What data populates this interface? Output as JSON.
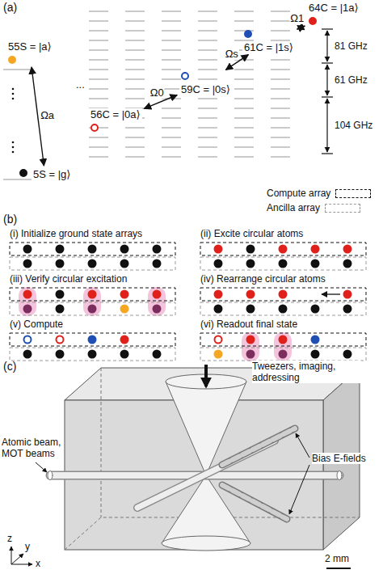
{
  "diagram": {
    "nodes": [
      {
        "text": [
          "64C = |1a⟩"
        ]
      },
      {
        "text": [
          "61C = |1s⟩"
        ]
      },
      {
        "text": [
          "55S = |a⟩"
        ]
      },
      {
        "text": [
          "59C = |0s⟩"
        ]
      },
      {
        "text": [
          "56C = |0a⟩"
        ]
      },
      {
        "text": [
          "5S = |g⟩"
        ]
      }
    ],
    "edges": [
      {
        "from": 1,
        "to": 0,
        "arrow": "both",
        "label": "Ω1"
      },
      {
        "from": 3,
        "to": 1,
        "arrow": "both",
        "label": "Ωs"
      },
      {
        "from": 4,
        "to": 3,
        "arrow": "both",
        "label": "Ω0"
      },
      {
        "from": 2,
        "to": 5,
        "arrow": "both",
        "label": "Ωa"
      }
    ],
    "labels": [
      "(a)",
      "...",
      "81 GHz",
      "61 GHz",
      "104 GHz",
      "(b)",
      "(i) Initialize ground state arrays",
      "(ii) Excite circular atoms",
      "(iii) Verify circular excitation",
      "(iv) Rearrange circular atoms",
      "(v) Compute",
      "(vi) Readout final state",
      "(c)",
      "Tweezers, imaging, addressing",
      "Bias E-fields",
      "Atomic beam, MOT beams",
      "2 mm",
      "z",
      "y",
      "x"
    ],
    "legend": [
      {
        "text": "Compute array"
      },
      {
        "text": "Ancilla array"
      }
    ]
  }
}
